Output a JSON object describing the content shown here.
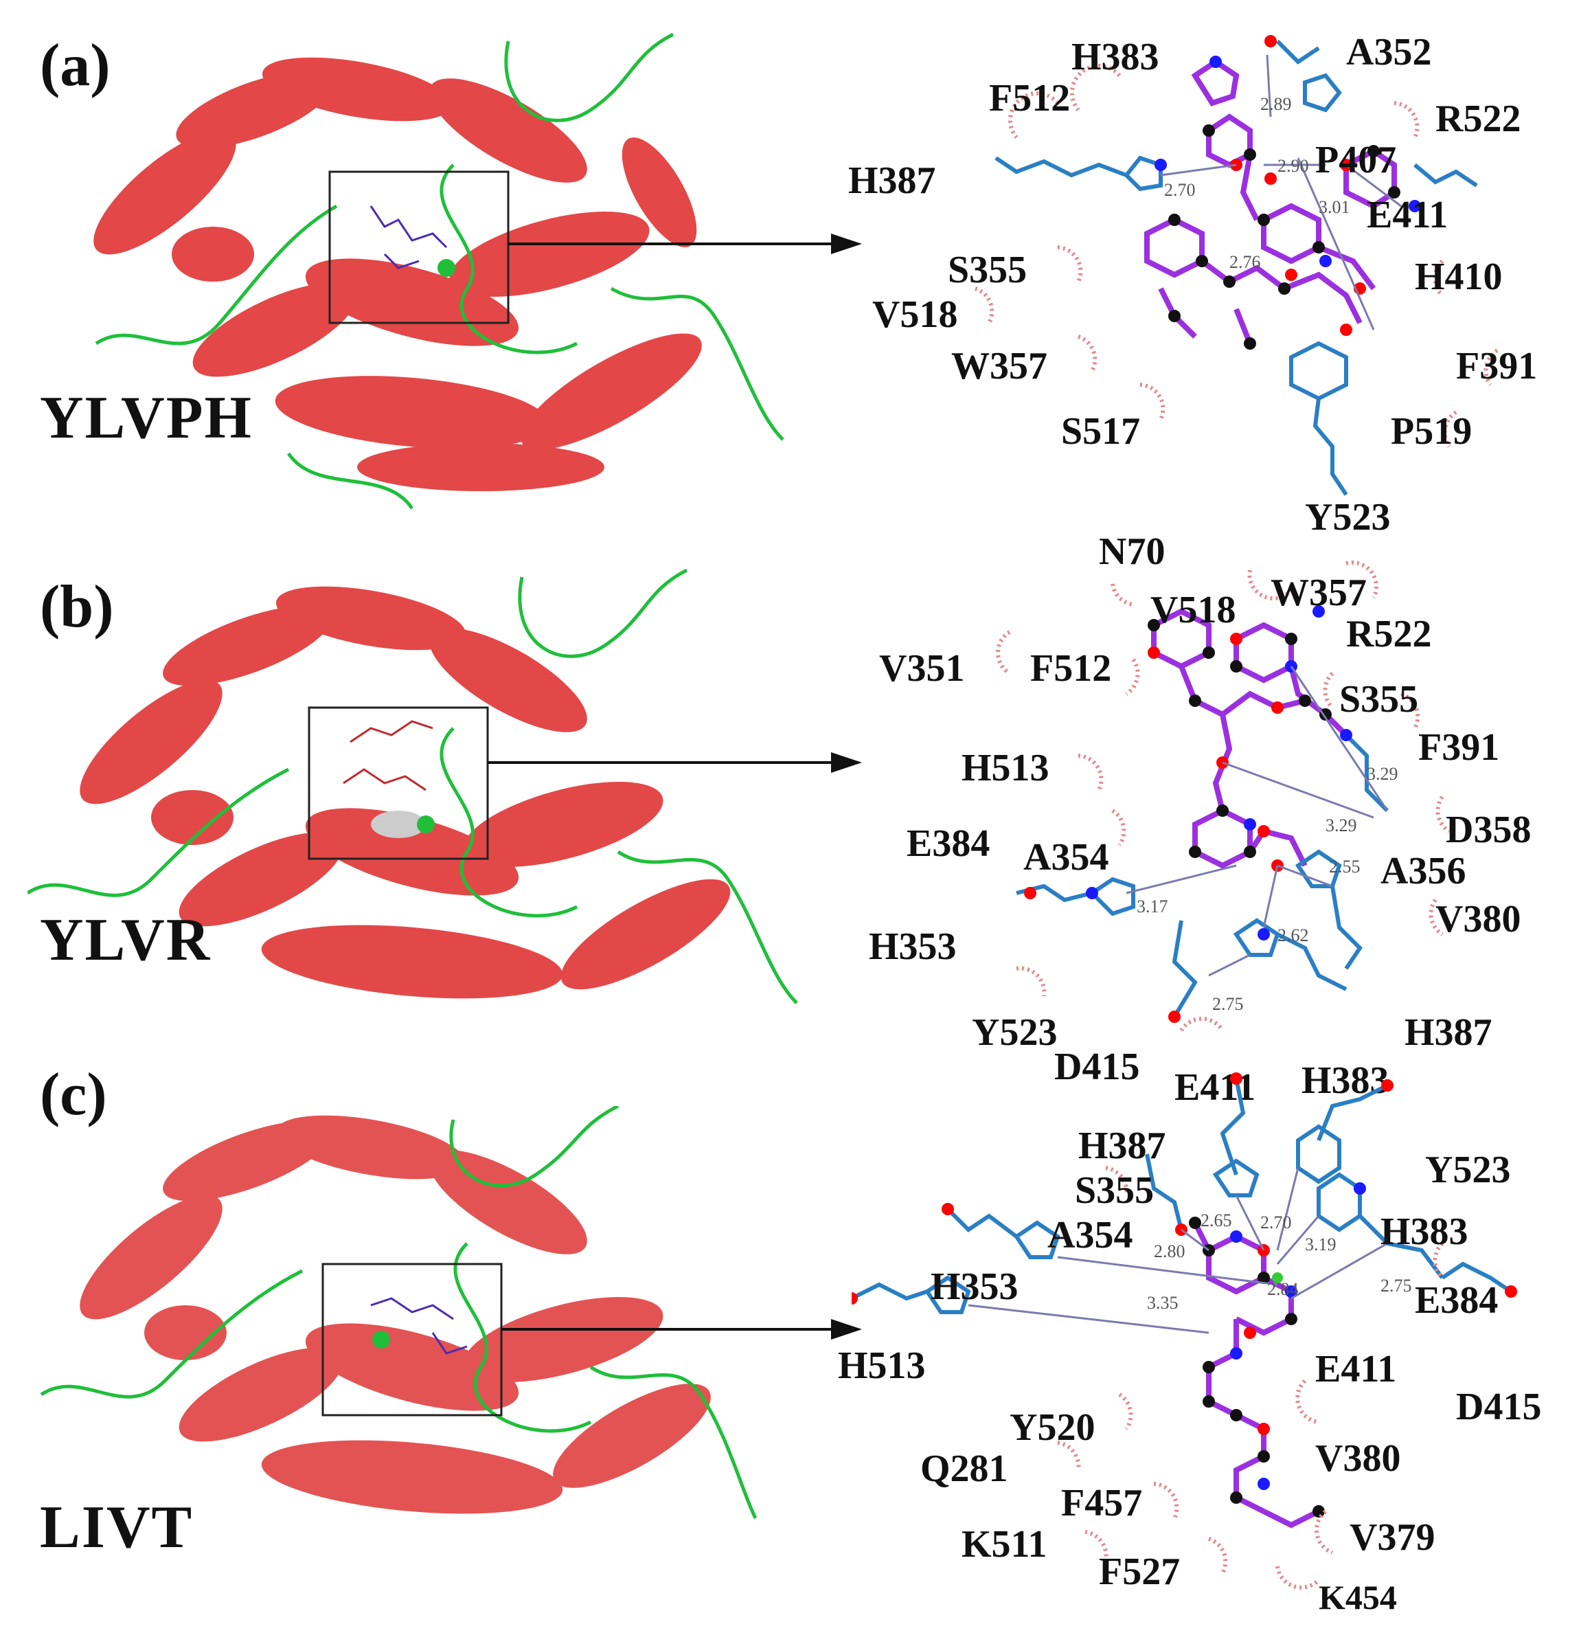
{
  "panels": [
    {
      "label": "(a)",
      "peptide": "YLVPH",
      "distances": [
        "2.89",
        "2.90",
        "2.70",
        "3.01",
        "2.76"
      ],
      "residues": [
        "H383",
        "A352",
        "F512",
        "R522",
        "H387",
        "P407",
        "E411",
        "S355",
        "H410",
        "V518",
        "W357",
        "F391",
        "S517",
        "P519",
        "Y523"
      ]
    },
    {
      "label": "(b)",
      "peptide": "YLVR",
      "distances": [
        "3.29",
        "3.29",
        "2.55",
        "3.17",
        "2.62",
        "2.75"
      ],
      "residues": [
        "N70",
        "W357",
        "V518",
        "R522",
        "V351",
        "F512",
        "S355",
        "H513",
        "F391",
        "D358",
        "E384",
        "A354",
        "A356",
        "V380",
        "H353",
        "Y523",
        "H387",
        "D415",
        "E411",
        "H383"
      ]
    },
    {
      "label": "(c)",
      "peptide": "LIVT",
      "distances": [
        "2.65",
        "2.70",
        "2.80",
        "3.19",
        "2.84",
        "2.75",
        "3.35"
      ],
      "residues": [
        "H387",
        "Y523",
        "S355",
        "H383",
        "A354",
        "H353",
        "E384",
        "H513",
        "E411",
        "D415",
        "Y520",
        "V380",
        "Q281",
        "F457",
        "K511",
        "V379",
        "F527",
        "K454"
      ]
    }
  ],
  "colors": {
    "helix": "#e03434",
    "loop": "#1fbf3a",
    "ligand_bond": "#9b30e0",
    "residue_bond": "#2a7fc4",
    "atom_c": "#111111",
    "atom_o": "#ff0000",
    "atom_n": "#1a1aff",
    "hbond": "#7a7ab0",
    "hydrophobic_arc": "#e58a8a"
  }
}
